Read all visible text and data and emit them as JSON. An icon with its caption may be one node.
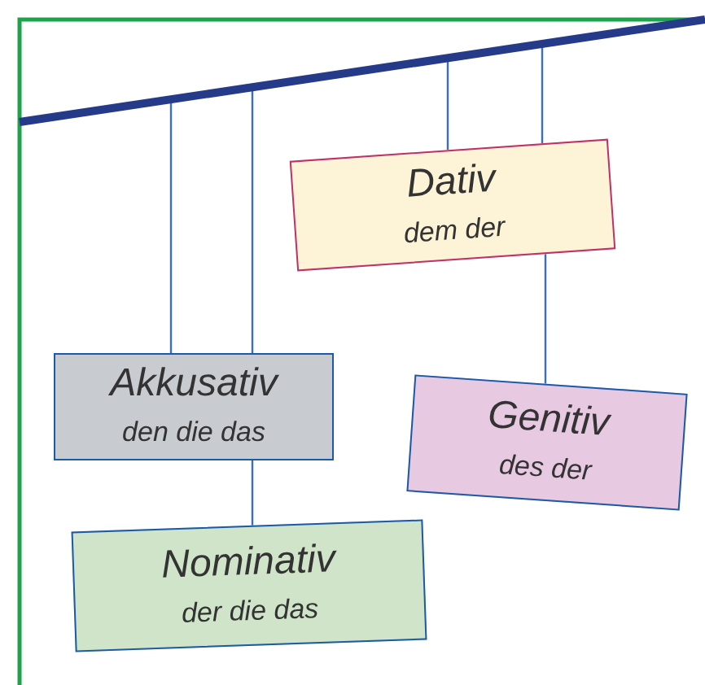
{
  "diagram": {
    "nodes": [
      {
        "text": [],
        "shape": "bar"
      },
      {
        "text": [
          "Dativ",
          "dem der"
        ]
      },
      {
        "text": [
          "Akkusativ",
          "den die das"
        ]
      },
      {
        "text": [
          "Genitiv",
          "des der"
        ]
      },
      {
        "text": [
          "Nominativ",
          "der die das"
        ]
      }
    ],
    "edges": [
      {
        "from": 0,
        "to": 2,
        "arrow": "none"
      },
      {
        "from": 0,
        "to": 2,
        "arrow": "none"
      },
      {
        "from": 0,
        "to": 1,
        "arrow": "none"
      },
      {
        "from": 0,
        "to": 1,
        "arrow": "none"
      },
      {
        "from": 2,
        "to": 4,
        "arrow": "none"
      },
      {
        "from": 1,
        "to": 3,
        "arrow": "none"
      }
    ]
  }
}
